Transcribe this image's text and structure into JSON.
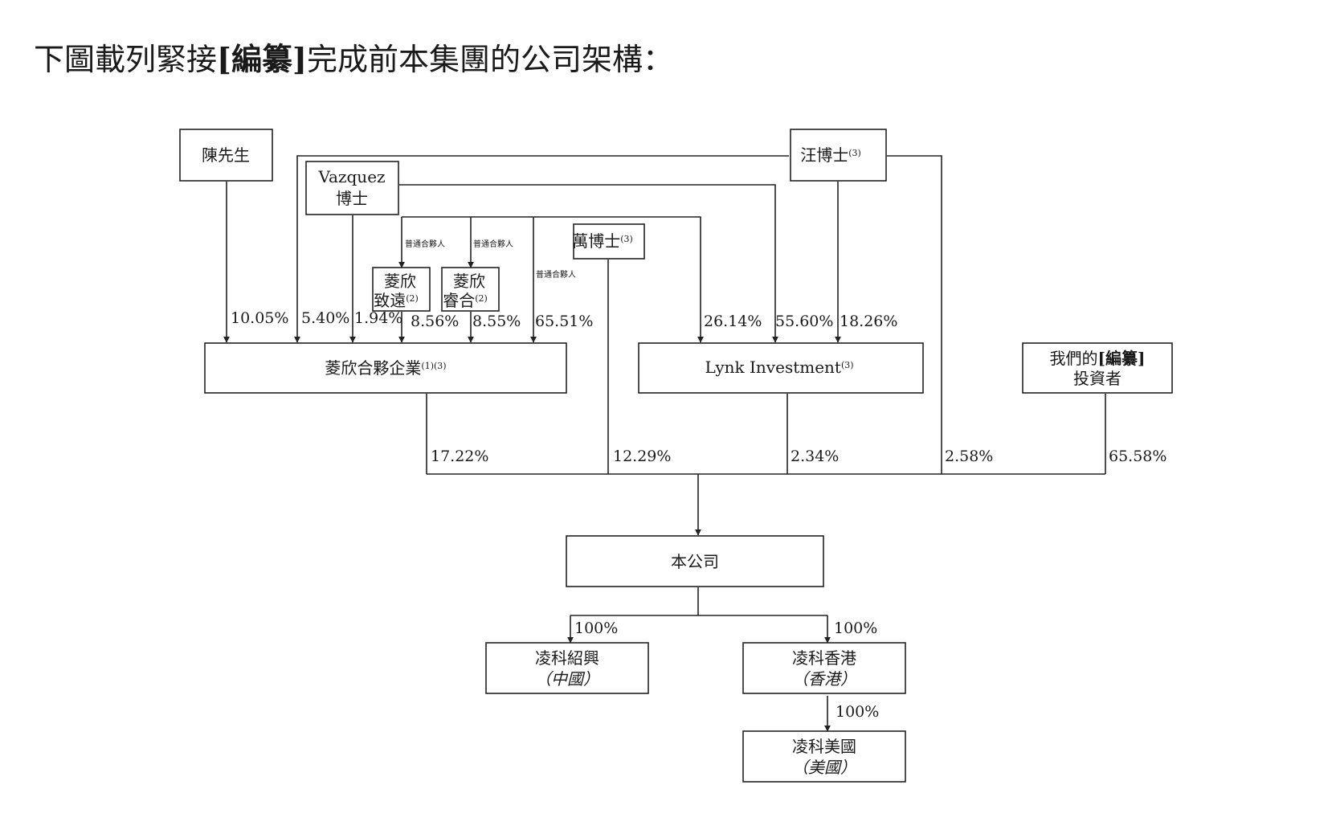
{
  "page": {
    "title_pre": "下圖載列緊接",
    "title_bold": "[編纂]",
    "title_post": "完成前本集團的公司架構："
  },
  "entities": {
    "chen": "陳先生",
    "vazquez_l1": "Vazquez",
    "vazquez_l2": "博士",
    "wang": "汪博士",
    "wang_sup": "(3)",
    "wan": "萬博士",
    "wan_sup": "(3)",
    "lx_zy_l1": "菱欣",
    "lx_zy_l2": "致遠",
    "lx_zy_sup": "(2)",
    "lx_rh_l1": "菱欣",
    "lx_rh_l2": "睿合",
    "lx_rh_sup": "(2)",
    "lx_partnership": "菱欣合夥企業",
    "lx_partnership_sup": "(1)(3)",
    "lynk": "Lynk Investment",
    "lynk_sup": "(3)",
    "investors_pre": "我們的",
    "investors_bold": "[編纂]",
    "investors_l2": "投資者",
    "company": "本公司",
    "sub_cn_l1": "凌科紹興",
    "sub_cn_l2": "（中國）",
    "sub_hk_l1": "凌科香港",
    "sub_hk_l2": "（香港）",
    "sub_us_l1": "凌科美國",
    "sub_us_l2": "（美國）"
  },
  "labels": {
    "gp": "普通合夥人"
  },
  "holdings": {
    "chen_to_lx": "10.05%",
    "wang_to_lx": "5.40%",
    "vazquez_to_lx": "1.94%",
    "zy_to_lx": "8.56%",
    "rh_to_lx": "8.55%",
    "gp_to_lx": "65.51%",
    "gp_to_lynk": "26.14%",
    "vazquez_to_lynk": "55.60%",
    "wang_to_lynk": "18.26%",
    "lx_to_company": "17.22%",
    "wan_to_company": "12.29%",
    "lynk_to_company": "2.34%",
    "wang_to_company": "2.58%",
    "investors_to_company": "65.58%",
    "company_to_cn": "100%",
    "company_to_hk": "100%",
    "hk_to_us": "100%"
  }
}
